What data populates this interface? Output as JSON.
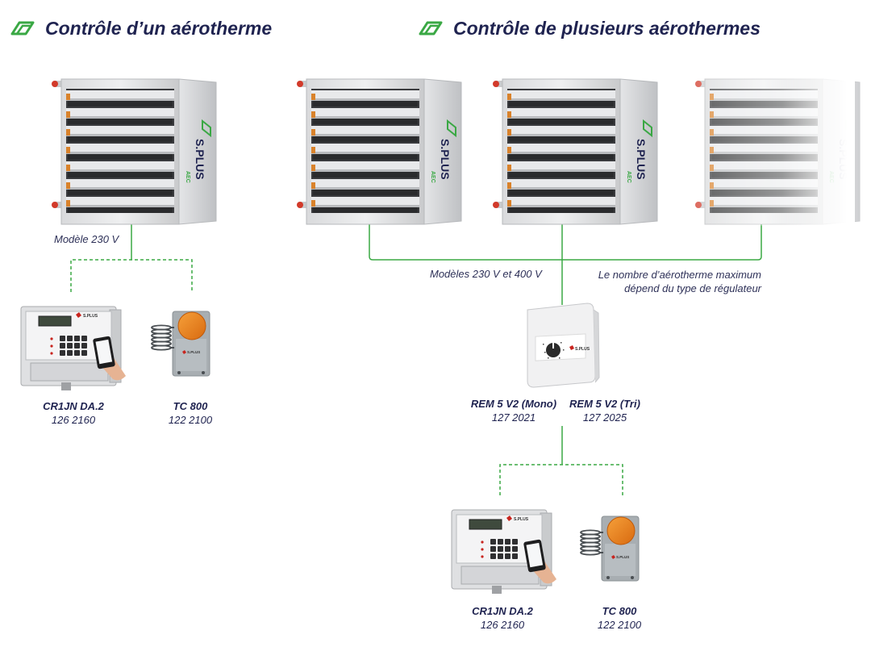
{
  "headings": {
    "single": "Contrôle d’un aérotherme",
    "multiple": "Contrôle de plusieurs aérothermes"
  },
  "captions": {
    "single_model": "Modèle 230 V",
    "multi_models": "Modèles 230 V et 400 V",
    "max_note_line1": "Le nombre d’aérotherme maximum",
    "max_note_line2": "dépend du type de régulateur"
  },
  "brand": {
    "name": "S.PLUS",
    "sub": "AEC",
    "accent_color": "#3aa844",
    "text_color": "#1f2350"
  },
  "devices": {
    "cr1jn_left": {
      "name": "CR1JN DA.2",
      "code": "126 2160"
    },
    "tc800_left": {
      "name": "TC 800",
      "code": "122 2100"
    },
    "rem_mono": {
      "name": "REM 5 V2 (Mono)",
      "code": "127 2021"
    },
    "rem_tri": {
      "name": "REM 5 V2 (Tri)",
      "code": "127 2025"
    },
    "cr1jn_bottom": {
      "name": "CR1JN DA.2",
      "code": "126 2160"
    },
    "tc800_bottom": {
      "name": "TC 800",
      "code": "122 2100"
    }
  }
}
